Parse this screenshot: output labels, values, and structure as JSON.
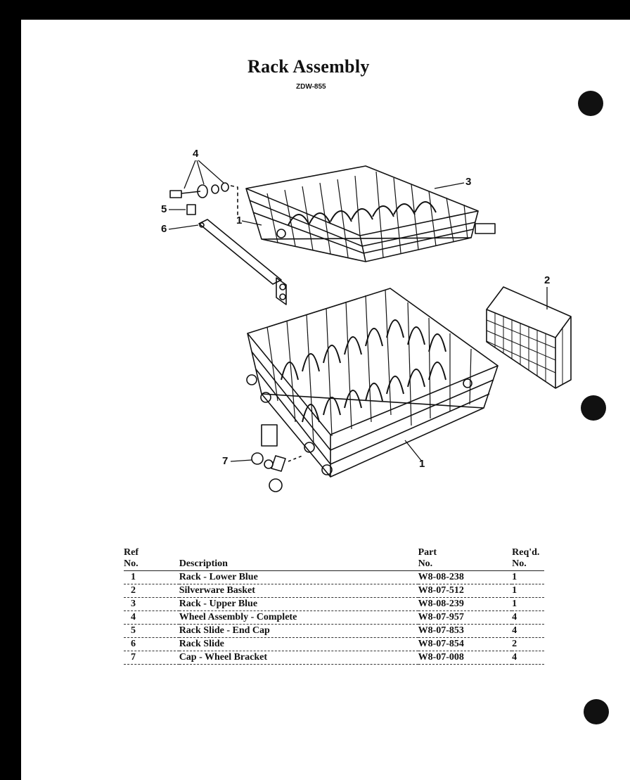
{
  "document": {
    "title": "Rack Assembly",
    "model": "ZDW-855"
  },
  "callouts": [
    "1",
    "2",
    "3",
    "4",
    "5",
    "6",
    "7",
    "1"
  ],
  "table": {
    "headers": {
      "ref_line1": "Ref",
      "ref_line2": "No.",
      "description": "Description",
      "part_line1": "Part",
      "part_line2": "No.",
      "req_line1": "Req'd.",
      "req_line2": "No."
    },
    "rows": [
      {
        "ref": "1",
        "description": "Rack - Lower Blue",
        "part": "W8-08-238",
        "req": "1"
      },
      {
        "ref": "2",
        "description": "Silverware Basket",
        "part": "W8-07-512",
        "req": "1"
      },
      {
        "ref": "3",
        "description": "Rack - Upper Blue",
        "part": "W8-08-239",
        "req": "1"
      },
      {
        "ref": "4",
        "description": "Wheel Assembly - Complete",
        "part": "W8-07-957",
        "req": "4"
      },
      {
        "ref": "5",
        "description": "Rack Slide - End Cap",
        "part": "W8-07-853",
        "req": "4"
      },
      {
        "ref": "6",
        "description": "Rack Slide",
        "part": "W8-07-854",
        "req": "2"
      },
      {
        "ref": "7",
        "description": "Cap - Wheel Bracket",
        "part": "W8-07-008",
        "req": "4"
      }
    ]
  }
}
